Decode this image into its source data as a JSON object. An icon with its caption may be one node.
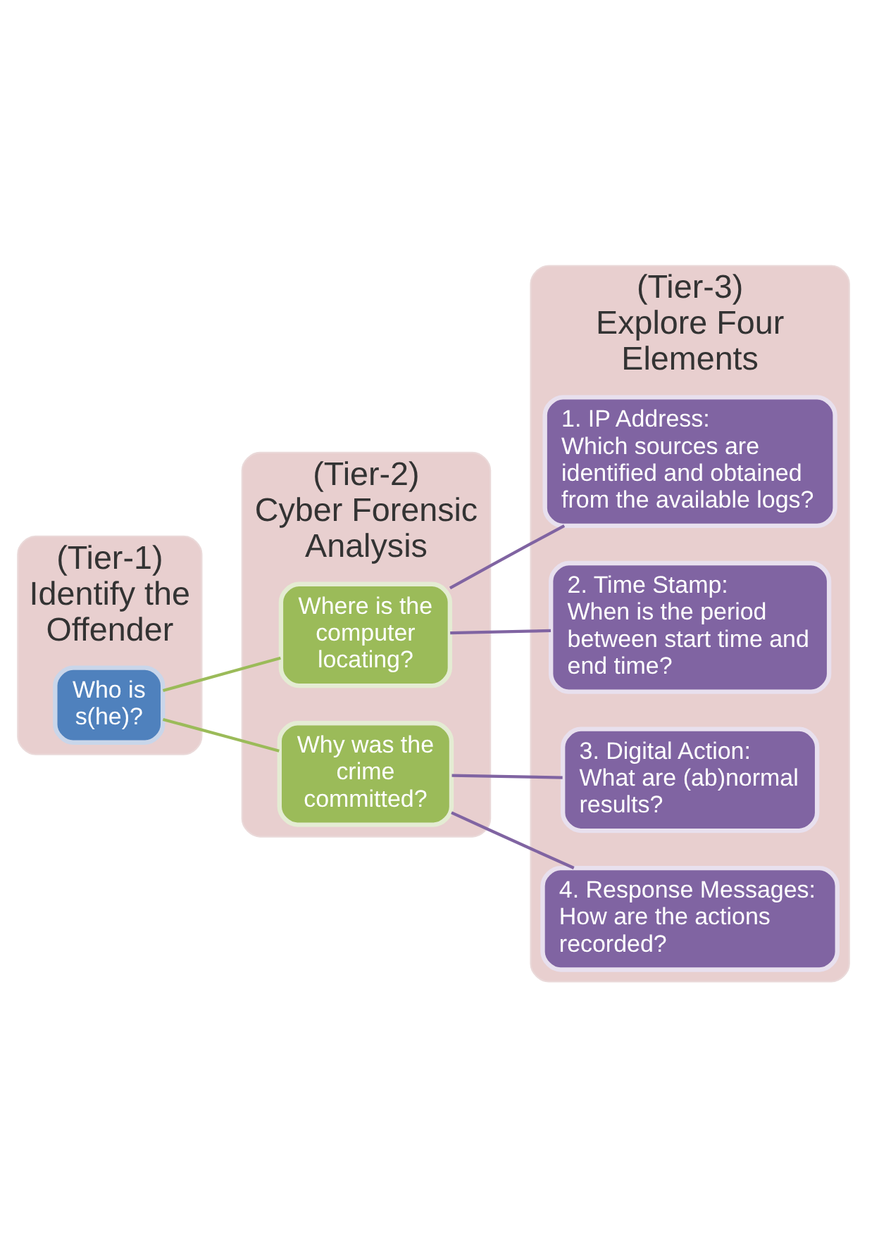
{
  "diagram": {
    "nodes": [
      {
        "text": [
          "(Tier-1)",
          "Identify the Offender"
        ]
      },
      {
        "text": [
          "(Tier-2)",
          "Cyber Forensic Analysis"
        ]
      },
      {
        "text": [
          "(Tier-3)",
          "Explore Four Elements"
        ]
      },
      {
        "text": [
          "Who is s(he)?"
        ],
        "in": 0
      },
      {
        "text": [
          "Where is the computer locating?"
        ],
        "in": 1
      },
      {
        "text": [
          "Why was the crime committed?"
        ],
        "in": 1
      },
      {
        "text": [
          "1. IP Address:",
          "Which sources are identified and obtained from the available logs?"
        ],
        "in": 2
      },
      {
        "text": [
          "2. Time Stamp:",
          "When is the period between start time and end time?"
        ],
        "in": 2
      },
      {
        "text": [
          "3. Digital Action:",
          "What are (ab)normal results?"
        ],
        "in": 2
      },
      {
        "text": [
          "4. Response Messages:",
          "How are the actions recorded?"
        ],
        "in": 2
      }
    ],
    "edges": [
      {
        "from": 3,
        "to": 4,
        "arrow": "none",
        "color": "#9bbb59"
      },
      {
        "from": 3,
        "to": 5,
        "arrow": "none",
        "color": "#9bbb59"
      },
      {
        "from": 4,
        "to": 6,
        "arrow": "none"
      },
      {
        "from": 4,
        "to": 7,
        "arrow": "none"
      },
      {
        "from": 5,
        "to": 8,
        "arrow": "none"
      },
      {
        "from": 5,
        "to": 9,
        "arrow": "none"
      }
    ]
  }
}
